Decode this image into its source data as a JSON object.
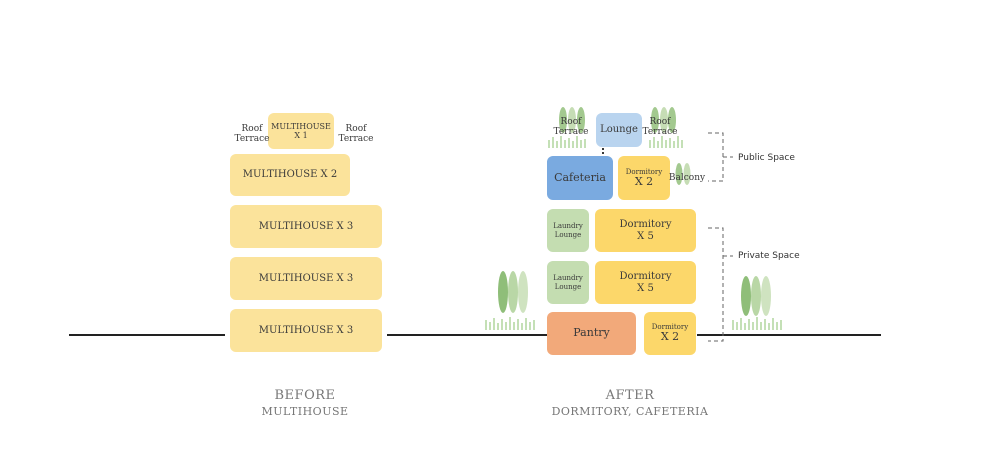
{
  "before": {
    "top_block": "MULTIHOUSE\nX 1",
    "roof_left": "Roof\nTerrace",
    "roof_right": "Roof\nTerrace",
    "row2": "MULTIHOUSE X 2",
    "row3": "MULTIHOUSE X 3",
    "row4": "MULTIHOUSE X 3",
    "row5": "MULTIHOUSE X 3",
    "caption_title": "BEFORE",
    "caption_sub": "MULTIHOUSE"
  },
  "after": {
    "roof_left": "Roof\nTerrace",
    "lounge": "Lounge",
    "roof_right": "Roof\nTerrace",
    "cafeteria": "Cafeteria",
    "dorm_top_small": "Dormitory",
    "dorm_top_big": "X 2",
    "balcony": "Balcony",
    "laundry1": "Laundry\nLounge",
    "dorm5a": "Dormitory\nX 5",
    "laundry2": "Laundry\nLounge",
    "dorm5b": "Dormitory\nX 5",
    "pantry": "Pantry",
    "dorm_bottom_small": "Dormitory",
    "dorm_bottom_big": "X 2",
    "caption_title": "AFTER",
    "caption_sub": "DORMITORY, CAFETERIA"
  },
  "legend": {
    "public": "Public Space",
    "private": "Private Space"
  },
  "colors": {
    "multihouse": "#fbe39b",
    "dormitory": "#fcd76a",
    "cafeteria": "#7aaae0",
    "lounge": "#b9d4ef",
    "laundry": "#c4ddb1",
    "pantry": "#f2a97a"
  }
}
